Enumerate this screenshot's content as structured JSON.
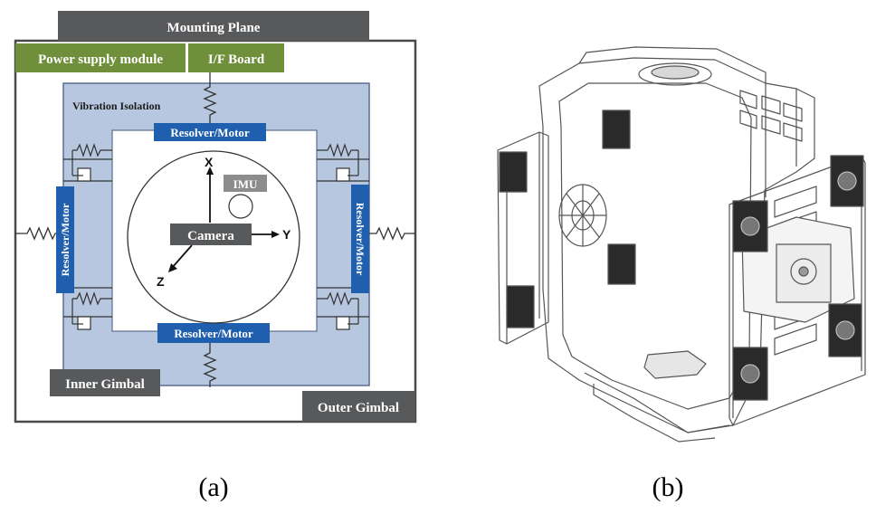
{
  "diagram_a": {
    "mounting_plane": "Mounting Plane",
    "power_supply": "Power supply module",
    "if_board": "I/F Board",
    "vibration_isolation": "Vibration Isolation",
    "resolver_top": "Resolver/Motor",
    "resolver_bottom": "Resolver/Motor",
    "resolver_left": "Resolver/Motor",
    "resolver_right": "Resolver/Motor",
    "imu": "IMU",
    "camera": "Camera",
    "axis_x": "X",
    "axis_y": "Y",
    "axis_z": "Z",
    "inner_gimbal": "Inner Gimbal",
    "outer_gimbal": "Outer Gimbal",
    "colors": {
      "dark_box": "#58595b",
      "green_box": "#6f8f3a",
      "blue_region": "#b7c7e0",
      "blue_label": "#1f5fae"
    }
  },
  "captions": {
    "a": "(a)",
    "b": "(b)"
  }
}
